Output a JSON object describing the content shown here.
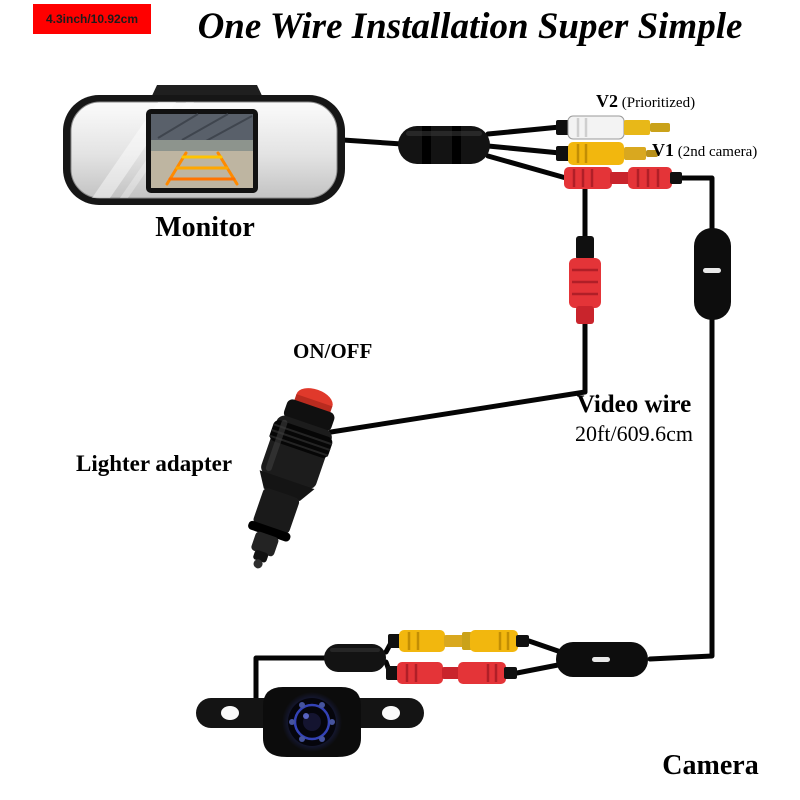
{
  "badge": {
    "text": "4.3inch/10.92cm",
    "background": "#ff0000"
  },
  "title": "One Wire Installation Super Simple",
  "labels": {
    "monitor": "Monitor",
    "v2_bold": "V2",
    "v2_rest": " (Prioritized)",
    "v1_bold": "V1",
    "v1_rest": " (2nd camera)",
    "onoff": "ON/OFF",
    "lighter": "Lighter adapter",
    "video_wire_line1": "Video wire",
    "video_wire_line2": "20ft/609.6cm",
    "camera": "Camera"
  },
  "colors": {
    "badge_red": "#ff0000",
    "wire_black": "#050505",
    "rca_yellow": "#f2b70e",
    "rca_gold": "#d9a81f",
    "rca_red": "#e43438",
    "rca_white": "#f3f3f3",
    "power_button_red": "#e0392b",
    "guideline_orange": "#ff8a00",
    "camera_led_blue": "#3949c9"
  },
  "icons": {
    "monitor": "rearview-mirror-monitor",
    "camera": "license-plate-camera",
    "lighter_adapter": "cigarette-lighter-adapter",
    "video_joint": "video-cable-joint"
  }
}
